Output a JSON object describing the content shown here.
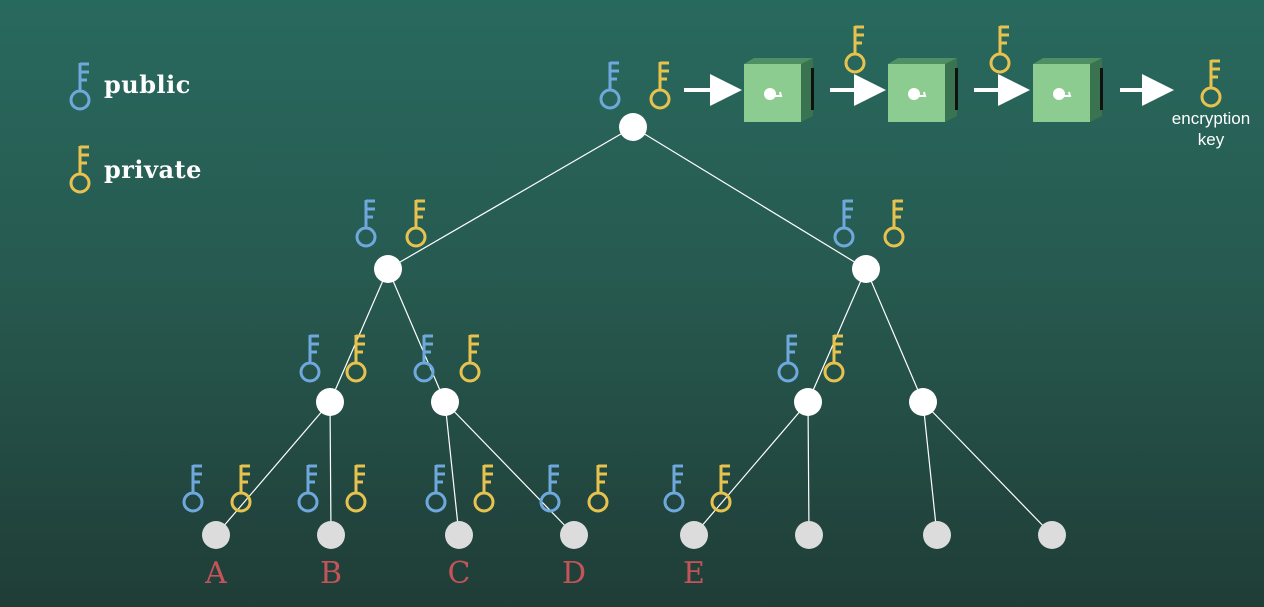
{
  "legend": {
    "public_label": "public",
    "private_label": "private",
    "public_color": "#6fa8dc",
    "private_color": "#e8c24e"
  },
  "leaves": [
    "A",
    "B",
    "C",
    "D",
    "E"
  ],
  "pipeline": {
    "output_label": "encryption key",
    "box_count": 3,
    "box_color": "#8ccc91"
  },
  "colors": {
    "node": "#ffffff",
    "leaf_node": "#dcdcdc",
    "edge": "#ffffff",
    "leaf_label": "#c5545a"
  }
}
